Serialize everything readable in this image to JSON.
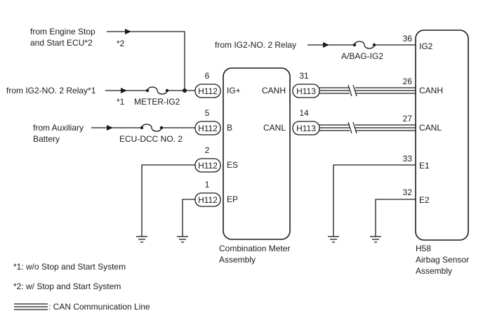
{
  "sources": {
    "engine_stop_line1": "from Engine Stop",
    "engine_stop_line2": "and Start ECU*2",
    "engine_stop_note": "*2",
    "ig2_relay_left": "from IG2-NO. 2 Relay*1",
    "ig2_relay_left_note": "*1",
    "aux_battery_line1": "from Auxiliary",
    "aux_battery_line2": "Battery",
    "ig2_relay_right": "from IG2-NO. 2 Relay"
  },
  "fuses": {
    "meter": "METER-IG2",
    "ecu_dcc": "ECU-DCC NO. 2",
    "abag": "A/BAG-IG2"
  },
  "combination_meter": {
    "name_line1": "Combination Meter",
    "name_line2": "Assembly",
    "connector_left": "H112",
    "connector_right": "H113",
    "pins": [
      {
        "num": "6",
        "label": "IG+"
      },
      {
        "num": "5",
        "label": "B"
      },
      {
        "num": "2",
        "label": "ES"
      },
      {
        "num": "1",
        "label": "EP"
      }
    ],
    "can_pins": [
      {
        "num": "31",
        "label": "CANH"
      },
      {
        "num": "14",
        "label": "CANL"
      }
    ]
  },
  "airbag_sensor": {
    "code": "H58",
    "name_line1": "Airbag Sensor",
    "name_line2": "Assembly",
    "pins": [
      {
        "num": "36",
        "label": "IG2"
      },
      {
        "num": "26",
        "label": "CANH"
      },
      {
        "num": "27",
        "label": "CANL"
      },
      {
        "num": "33",
        "label": "E1"
      },
      {
        "num": "32",
        "label": "E2"
      }
    ]
  },
  "legend": {
    "note1": "*1: w/o Stop and Start System",
    "note2": "*2: w/ Stop and Start System",
    "can_line": ": CAN Communication Line"
  }
}
